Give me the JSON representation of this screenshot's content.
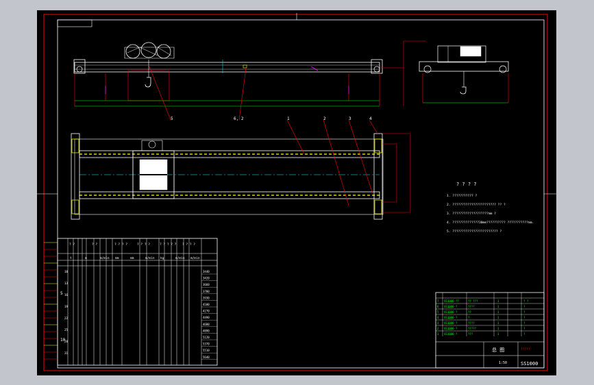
{
  "colors": {
    "background": "#000000",
    "frame": "#ff0000",
    "white": "#ffffff",
    "cyan": "#00ffff",
    "yellow": "#ffff00",
    "green": "#00ff00",
    "magenta": "#ff00ff",
    "outer": "#c2c6cc"
  },
  "callouts": [
    "5",
    "6, 2",
    "1",
    "2",
    "3",
    "4"
  ],
  "notes": {
    "heading": "? ? ? ?",
    "items": [
      "1. ??????????? ?",
      "2. ??????????????????????? ?? ?",
      "3. ???????????????????mm ?",
      "4. ??????????????30mm?????????? ???????????mm.",
      "5. ???????????????????????? ?"
    ]
  },
  "params_table": {
    "header_top": [
      "? ?",
      "? ?",
      "? ? ? ?",
      "? ? ? ?",
      "? ? ? ? ?",
      "? ? ? ?"
    ],
    "header_units": [
      "t",
      "m",
      "m/min",
      "mm",
      "mm",
      "m/min",
      "kg",
      "m/min",
      "m/min"
    ],
    "group_left": [
      "5",
      "10"
    ],
    "span_col": [
      "10",
      "13",
      "16",
      "19",
      "22",
      "25",
      "28",
      "31"
    ],
    "right_vals": [
      "3440",
      "3420",
      "3660",
      "3780",
      "3930",
      "4100",
      "4270",
      "4490",
      "4680",
      "4890",
      "5120",
      "5370",
      "5510",
      "5640"
    ]
  },
  "title_block": {
    "title": "总 图",
    "drawing_no": "SS1000",
    "scale": "1:50",
    "company": "?????",
    "bom_rows": [
      [
        "7",
        "SS1000-??",
        "?? ???",
        "1",
        "? ?"
      ],
      [
        "6",
        "SS1000-?",
        "????",
        "1",
        "?"
      ],
      [
        "5",
        "SS1000-?",
        "??",
        "1",
        "?"
      ],
      [
        "4",
        "SS1000-?",
        "?",
        "1",
        "?"
      ],
      [
        "3",
        "SS1000-?",
        "????",
        "1",
        "?"
      ],
      [
        "2",
        "SS1000-?",
        "?????",
        "1",
        "?"
      ],
      [
        "1",
        "SS1000-?",
        "???",
        "1",
        "?"
      ]
    ]
  }
}
